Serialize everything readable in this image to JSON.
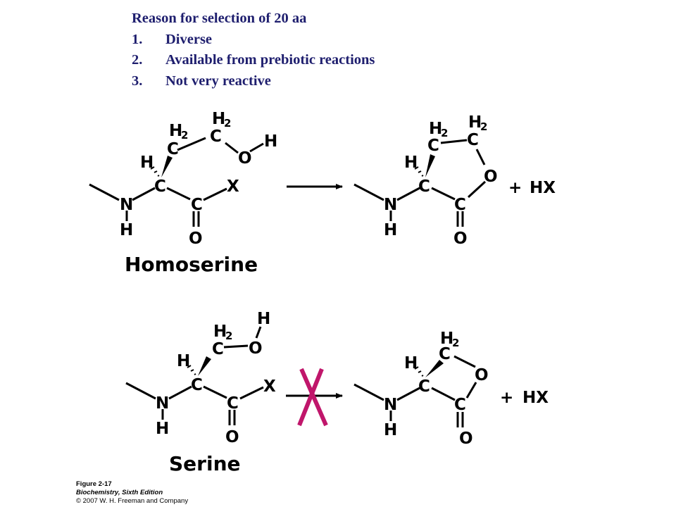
{
  "header": {
    "title": "Reason for selection of 20 aa",
    "reasons": [
      {
        "num": "1.",
        "text": "Diverse"
      },
      {
        "num": "2.",
        "text": "Available from prebiotic reactions"
      },
      {
        "num": "3.",
        "text": "Not very reactive"
      }
    ]
  },
  "molecules": {
    "homoserine_name": "Homoserine",
    "serine_name": "Serine",
    "byproduct": "HX",
    "plus": "+"
  },
  "atoms": {
    "C": "C",
    "H": "H",
    "N": "N",
    "O": "O",
    "X": "X",
    "sub2": "2"
  },
  "cross_color": "#c0166b",
  "figure": {
    "label": "Figure 2-17",
    "book": "Biochemistry, Sixth Edition",
    "copyright": "© 2007 W. H. Freeman and Company"
  }
}
